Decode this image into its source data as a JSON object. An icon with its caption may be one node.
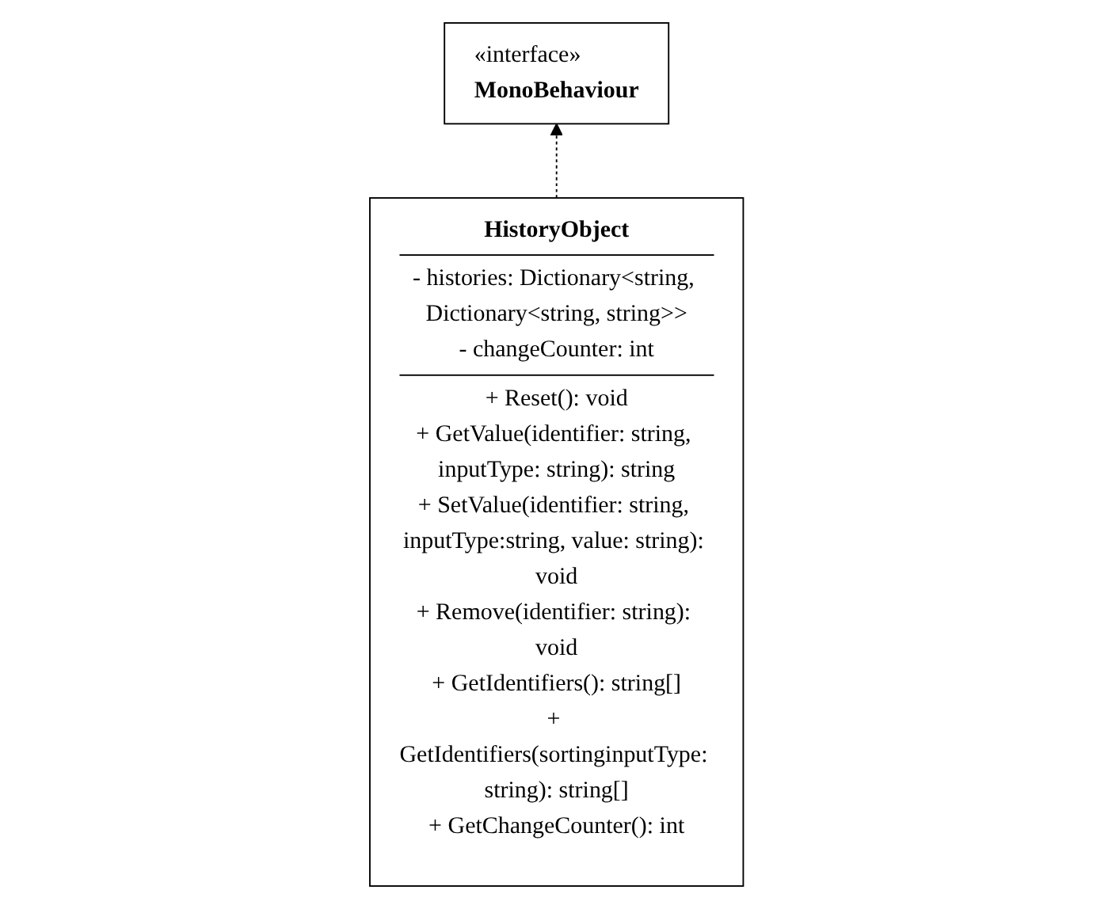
{
  "diagram": {
    "nodes": [
      {
        "text": [
          "«interface»",
          "MonoBehaviour"
        ]
      },
      {
        "text": [
          "HistoryObject",
          "- histories: Dictionary<string, Dictionary<string, string>>",
          "- changeCounter: int",
          "+ Reset(): void",
          "+ GetValue(identifier: string, inputType: string): string",
          "+ SetValue(identifier: string, inputType:string, value: string): void",
          "+ Remove(identifier: string): void",
          "+ GetIdentifiers(): string[]",
          "+ GetIdentifiers(sortinginputType: string): string[]",
          "+ GetChangeCounter(): int"
        ]
      }
    ],
    "edges": [
      {
        "from": 1,
        "to": 0,
        "arrow": "to",
        "style": "dashed"
      }
    ]
  }
}
